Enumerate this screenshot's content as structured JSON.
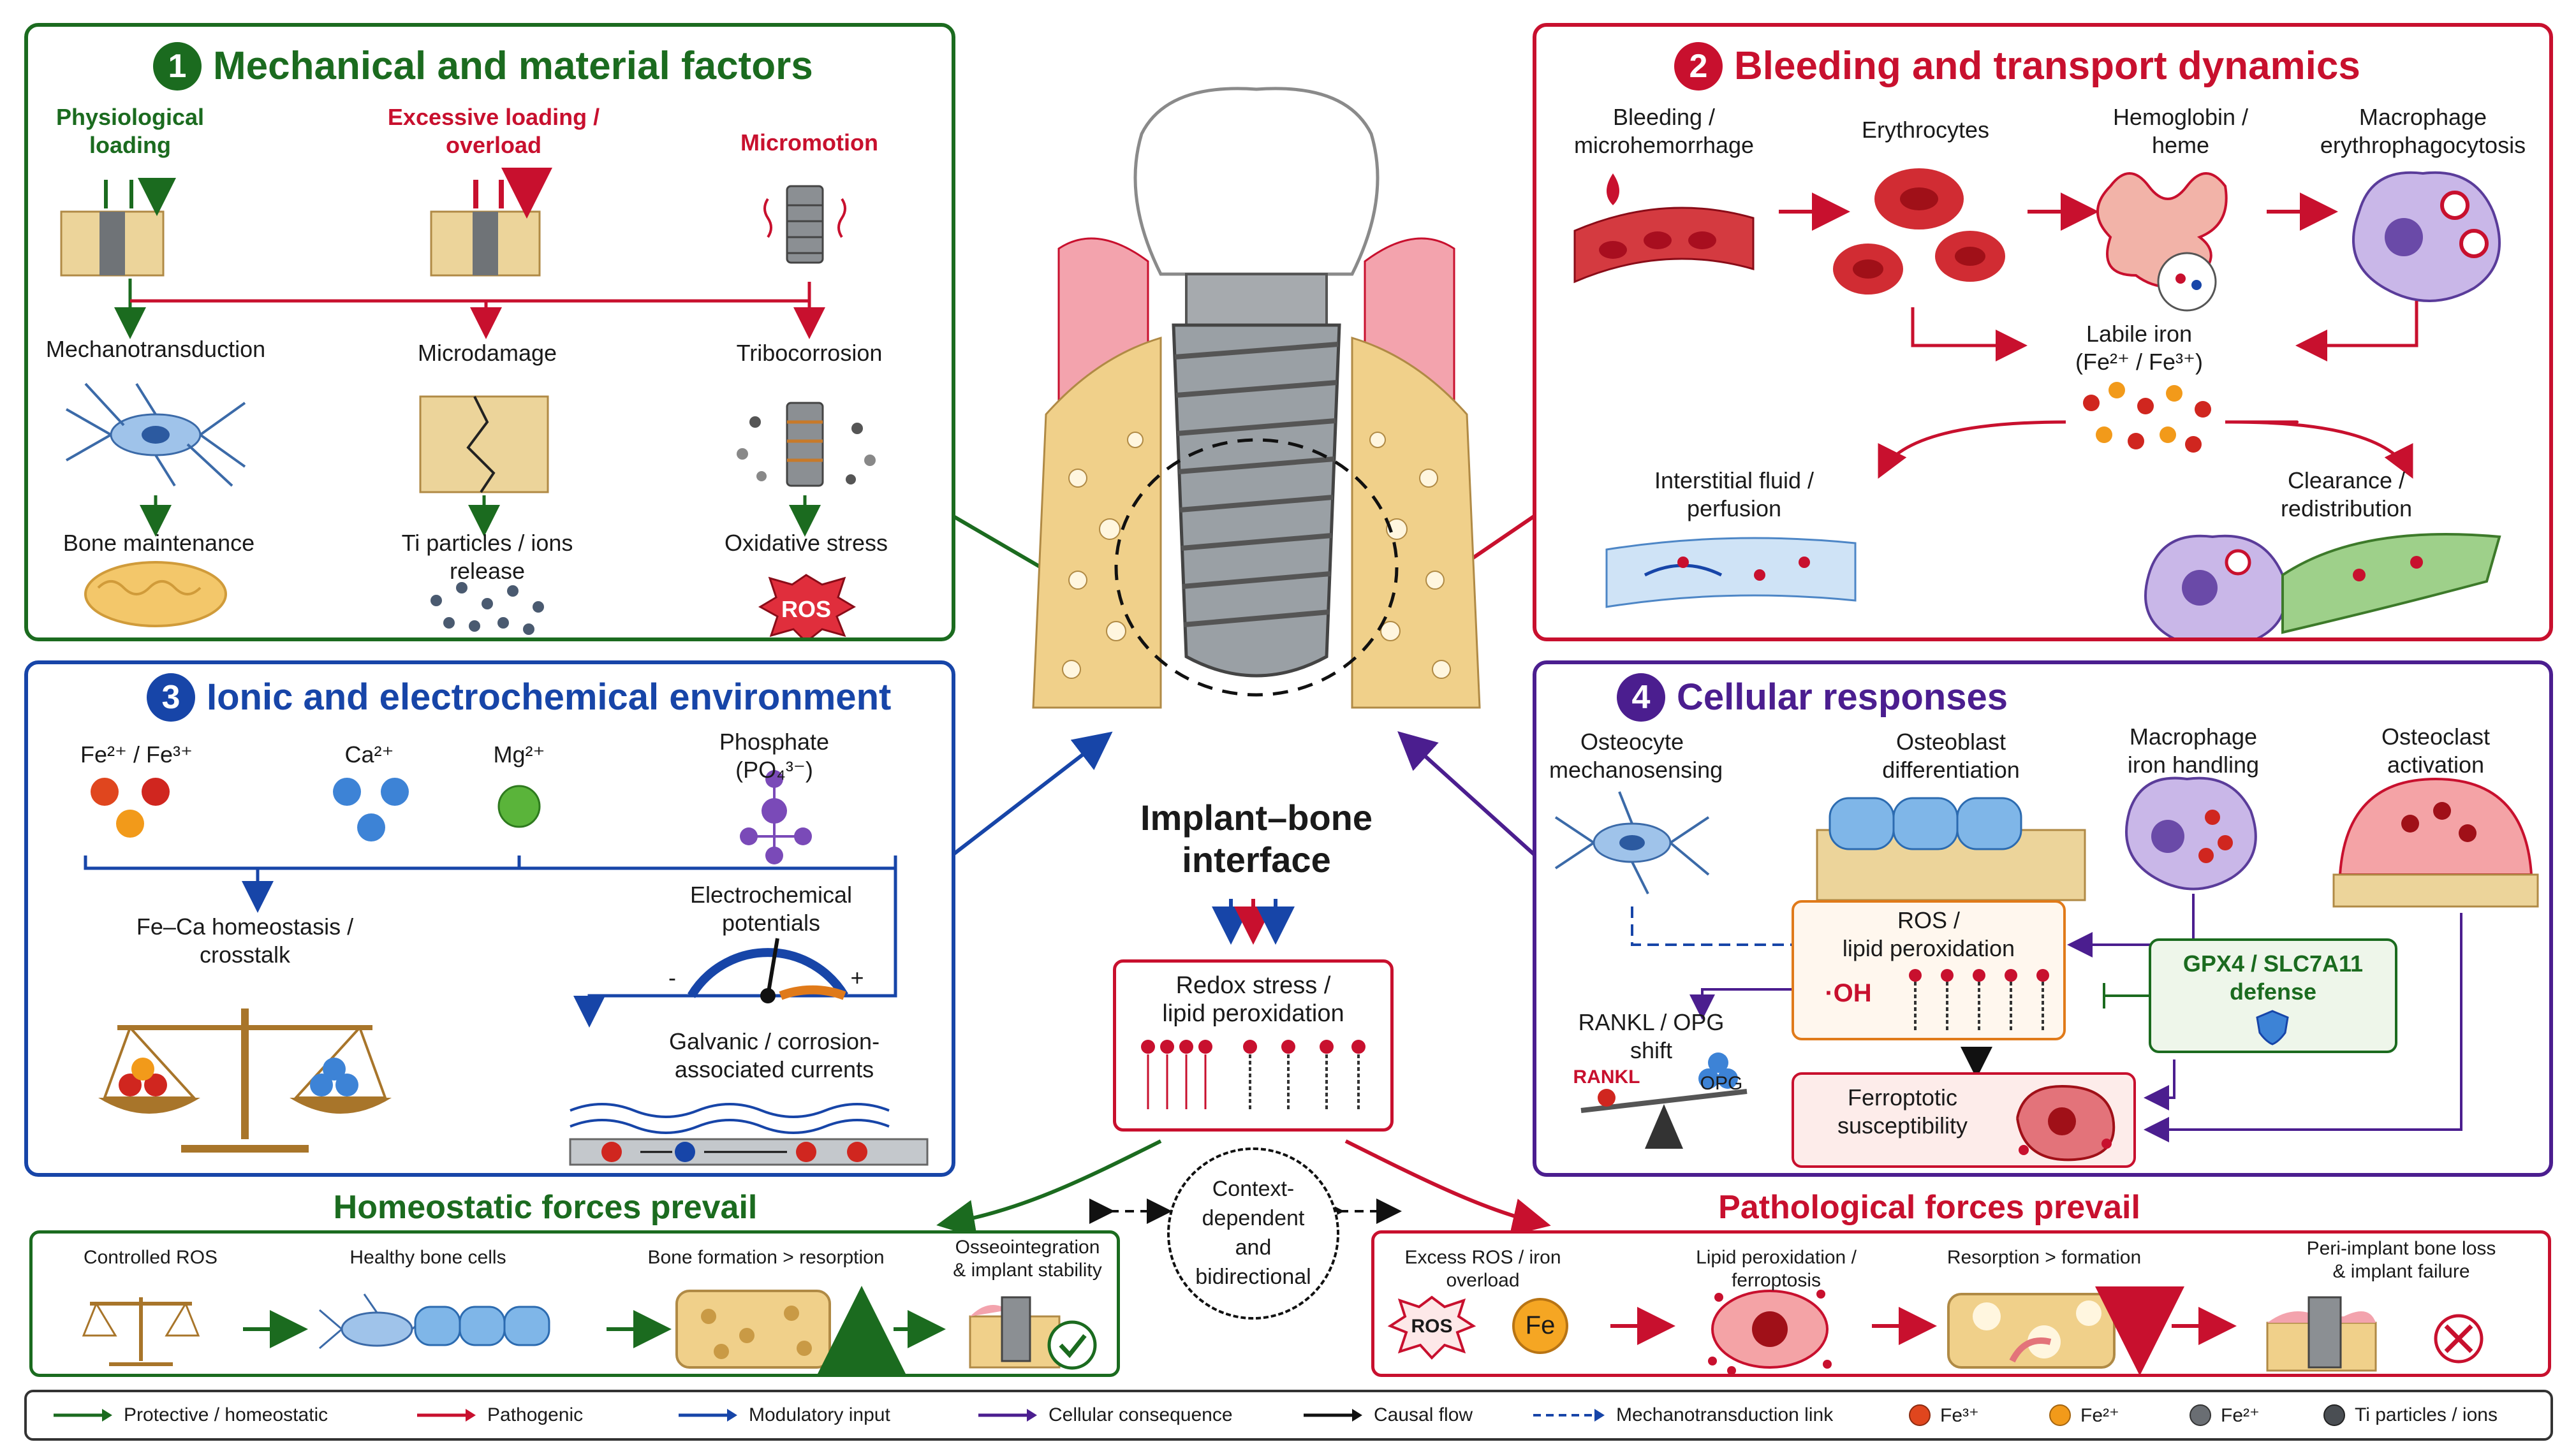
{
  "panels": {
    "p1": {
      "number": "1",
      "title": "Mechanical and material factors",
      "physiological": "Physiological\nloading",
      "excessive": "Excessive loading /\noverload",
      "micromotion": "Micromotion",
      "mechanotransduction": "Mechanotransduction",
      "microdamage": "Microdamage",
      "tribocorrosion": "Tribocorrosion",
      "bone_maintenance": "Bone maintenance",
      "ti_particles": "Ti particles / ions\nrelease",
      "oxidative_stress": "Oxidative stress",
      "ros": "ROS"
    },
    "p2": {
      "number": "2",
      "title": "Bleeding and transport dynamics",
      "bleeding": "Bleeding /\nmicrohemorrhage",
      "erythrocytes": "Erythrocytes",
      "hemoglobin": "Hemoglobin /\nheme",
      "macrophage": "Macrophage\nerythrophagocytosis",
      "labile_iron": "Labile iron\n(Fe²⁺ / Fe³⁺)",
      "interstitial": "Interstitial fluid /\nperfusion",
      "clearance": "Clearance /\nredistribution"
    },
    "p3": {
      "number": "3",
      "title": "Ionic and electrochemical environment",
      "fe": "Fe²⁺ / Fe³⁺",
      "ca": "Ca²⁺",
      "mg": "Mg²⁺",
      "phosphate": "Phosphate\n(PO₄³⁻)",
      "feca": "Fe–Ca homeostasis /\ncrosstalk",
      "electrochem": "Electrochemical\npotentials",
      "minus": "-",
      "plus": "+",
      "galvanic": "Galvanic / corrosion-\nassociated currents"
    },
    "p4": {
      "number": "4",
      "title": "Cellular responses",
      "osteocyte": "Osteocyte\nmechanosensing",
      "osteoblast": "Osteoblast\ndifferentiation",
      "macrophage_iron": "Macrophage\niron handling",
      "osteoclast": "Osteoclast\nactivation",
      "ros_lipid": "ROS /\nlipid peroxidation",
      "oh": "·OH",
      "gpx4": "GPX4 / SLC7A11\ndefense",
      "rankl_opg": "RANKL / OPG\nshift",
      "rankl": "RANKL",
      "opg": "OPG",
      "ferroptotic": "Ferroptotic\nsusceptibility"
    }
  },
  "center": {
    "interface": "Implant–bone\ninterface",
    "redox": "Redox stress /\nlipid peroxidation",
    "context": "Context-\ndependent\nand\nbidirectional"
  },
  "homeostatic": {
    "title": "Homeostatic forces prevail",
    "controlled_ros": "Controlled ROS",
    "healthy": "Healthy bone cells",
    "formation": "Bone formation > resorption",
    "osseo": "Osseointegration\n& implant stability"
  },
  "pathological": {
    "title": "Pathological forces prevail",
    "excess": "Excess ROS / iron\noverload",
    "ros": "ROS",
    "fe": "Fe",
    "lipid": "Lipid peroxidation /\nferroptosis",
    "resorption": "Resorption > formation",
    "loss": "Peri-implant bone loss\n& implant failure"
  },
  "legend": {
    "protective": "Protective / homeostatic",
    "pathogenic": "Pathogenic",
    "modulatory": "Modulatory input",
    "cellular": "Cellular consequence",
    "causal": "Causal flow",
    "mechano": "Mechanotransduction link",
    "fe3": "Fe³⁺",
    "fe2": "Fe²⁺",
    "fe2b": "Fe²⁺",
    "ti": "Ti particles / ions"
  },
  "colors": {
    "green": "#1b6b1f",
    "red": "#c8102e",
    "blue": "#1745a8",
    "purple": "#4b1e8f"
  }
}
